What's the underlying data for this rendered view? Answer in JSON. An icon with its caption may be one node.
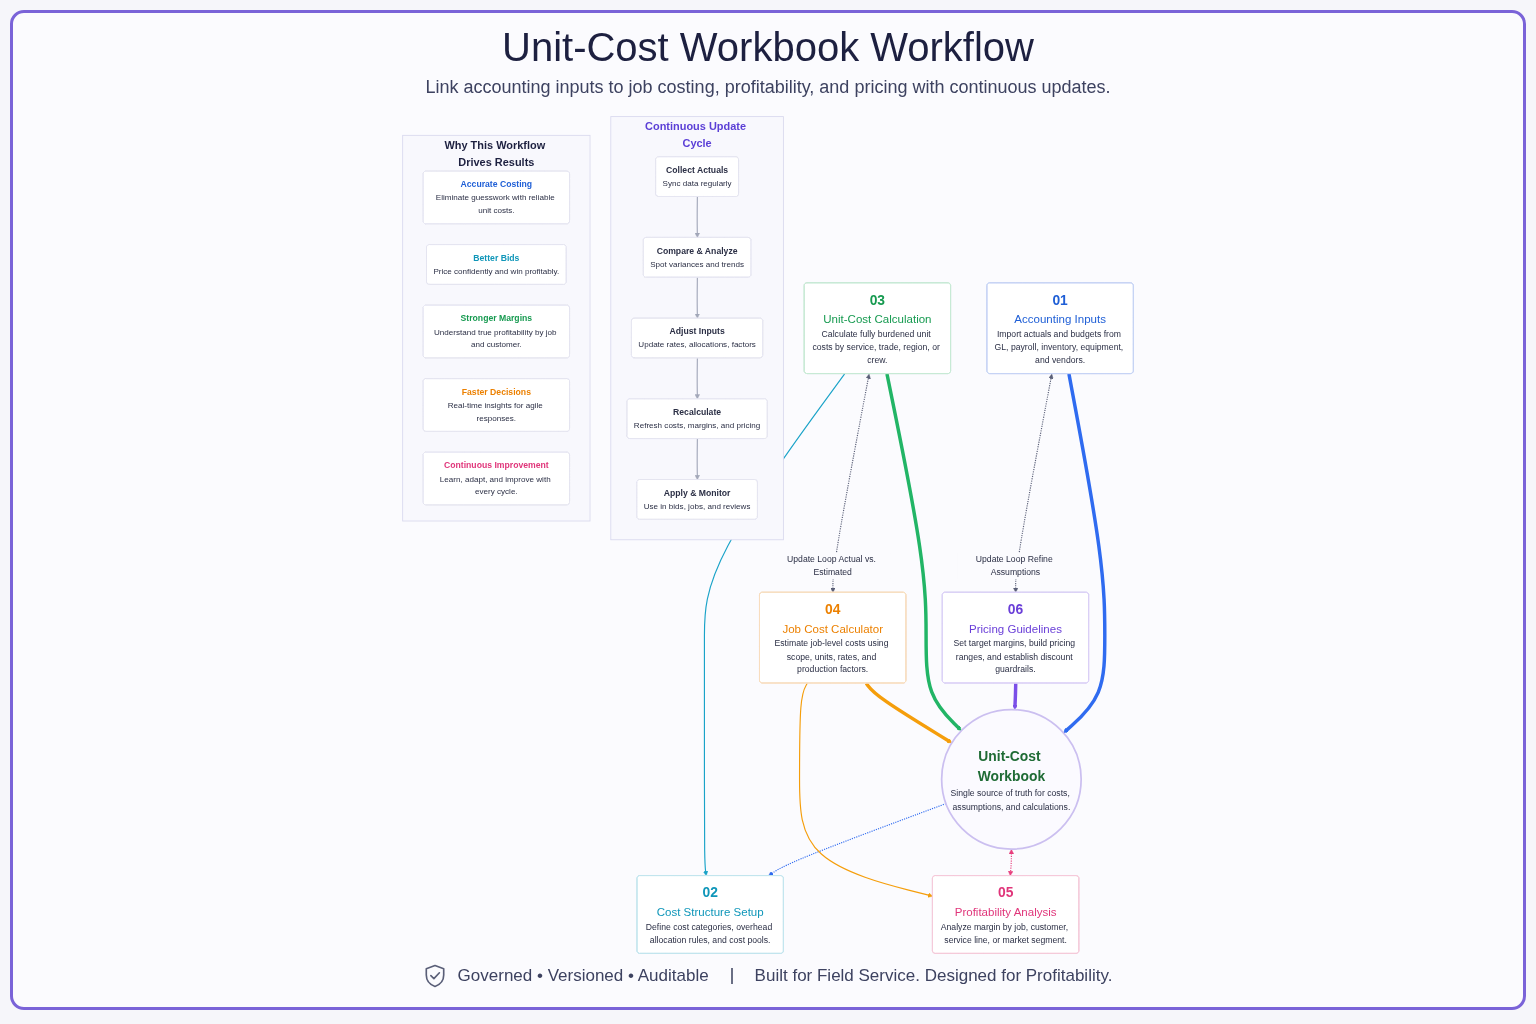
{
  "diagram": {
    "title": "Unit-Cost Workbook Workflow",
    "nodes": [
      {
        "text": [
          "01",
          "Accounting Inputs",
          "Import actuals and budgets from GL, payroll, inventory, equipment, and vendors."
        ]
      },
      {
        "text": [
          "06",
          "Pricing Guidelines",
          "Set target margins, build pricing ranges, and establish discount guardrails."
        ]
      },
      {
        "text": [
          "02",
          "Cost Structure Setup",
          "Define cost categories, overhead allocation rules, and cost pools."
        ]
      },
      {
        "text": [
          "Unit-Cost Workbook",
          "Single source of truth for costs, assumptions, and calculations."
        ]
      },
      {
        "text": [
          "05",
          "Profitability Analysis",
          "Analyze margin by job, customer, service line, or market segment."
        ]
      },
      {
        "text": [
          "03",
          "Unit-Cost Calculation",
          "Calculate fully burdened unit costs by service, trade, region, or crew."
        ]
      },
      {
        "text": [
          "04",
          "Job Cost Calculator",
          "Estimate job-level costs using scope, units, rates, and production factors."
        ]
      },
      {
        "text": [
          "Continuous Update Cycle"
        ]
      },
      {
        "text": [
          "Collect Actuals",
          "Sync data regularly"
        ],
        "in": 7
      },
      {
        "text": [
          "Compare & Analyze",
          "Spot variances and trends"
        ],
        "in": 7
      },
      {
        "text": [
          "Adjust Inputs",
          "Update rates, allocations, factors"
        ],
        "in": 7
      },
      {
        "text": [
          "Recalculate",
          "Refresh costs, margins, and pricing"
        ],
        "in": 7
      },
      {
        "text": [
          "Apply & Monitor",
          "Use in bids, jobs, and reviews"
        ],
        "in": 7
      },
      {
        "text": [
          "Why This Workflow Drives Results"
        ]
      },
      {
        "text": [
          "Accurate Costing",
          "Eliminate guesswork with reliable unit costs."
        ],
        "in": 13
      },
      {
        "text": [
          "Better Bids",
          "Price confidently and win profitably."
        ],
        "in": 13
      },
      {
        "text": [
          "Stronger Margins",
          "Understand true profitability by job and customer."
        ],
        "in": 13
      },
      {
        "text": [
          "Faster Decisions",
          "Real-time insights for agile responses."
        ],
        "in": 13
      },
      {
        "text": [
          "Continuous Improvement",
          "Learn, adapt, and improve with every cycle."
        ],
        "in": 13
      }
    ],
    "edges": [
      {
        "from": 0,
        "to": 3,
        "arrow": "to",
        "style": "thick",
        "color": "#2f6bf0"
      },
      {
        "from": 0,
        "to": 1,
        "arrow": "both",
        "style": "dashed",
        "color": "#5b6078",
        "label": "Update Loop Refine Assumptions"
      },
      {
        "from": 1,
        "to": 3,
        "arrow": "to",
        "style": "thick",
        "color": "#7b4fe8"
      },
      {
        "from": 3,
        "to": 2,
        "arrow": "to",
        "style": "dashed",
        "color": "#2f6bf0"
      },
      {
        "from": 3,
        "to": 4,
        "arrow": "both",
        "style": "dashed",
        "color": "#e8407e"
      },
      {
        "from": 5,
        "to": 2,
        "arrow": "to",
        "color": "#1aa3c8"
      },
      {
        "from": 5,
        "to": 3,
        "arrow": "to",
        "style": "thick",
        "color": "#22b566"
      },
      {
        "from": 5,
        "to": 6,
        "arrow": "both",
        "style": "dashed",
        "color": "#5b6078",
        "label": "Update Loop Actual vs. Estimated"
      },
      {
        "from": 6,
        "to": 3,
        "arrow": "to",
        "style": "thick",
        "color": "#f59e0b"
      },
      {
        "from": 6,
        "to": 4,
        "arrow": "to",
        "color": "#f59e0b"
      },
      {
        "from": 8,
        "to": 9,
        "arrow": "to"
      },
      {
        "from": 9,
        "to": 10,
        "arrow": "to"
      },
      {
        "from": 10,
        "to": 11,
        "arrow": "to"
      },
      {
        "from": 11,
        "to": 12,
        "arrow": "to"
      }
    ],
    "labels": [
      "Link accounting inputs to job costing, profitability, and pricing with continuous updates.",
      "Governed • Versioned • Auditable",
      "Built for Field Service. Designed for Profitability."
    ]
  }
}
